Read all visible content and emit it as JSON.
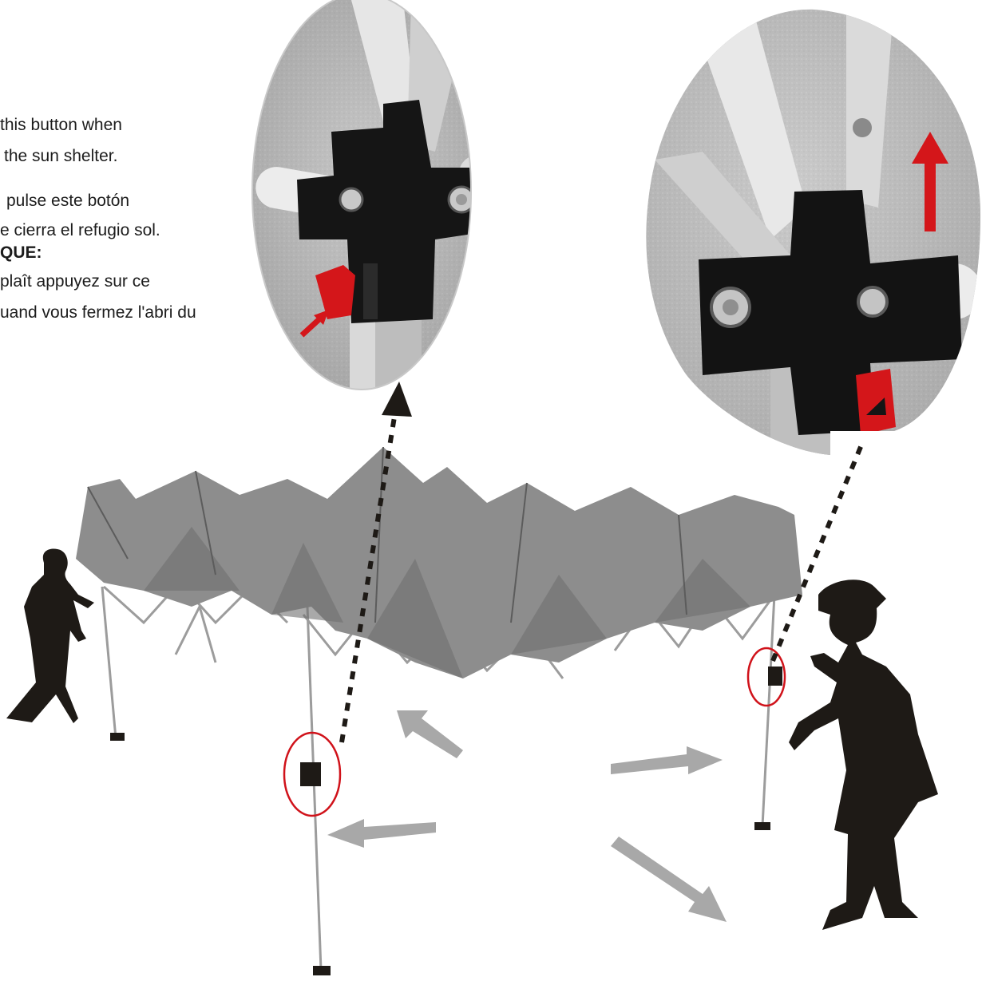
{
  "instructions": {
    "en_line1": "this button when",
    "en_line2": "the sun shelter.",
    "es_line1": "pulse este botón",
    "es_line2": "e cierra el refugio sol.",
    "fr_heading": "QUE:",
    "fr_line1": "plaît appuyez sur ce",
    "fr_line2": "uand vous fermez l'abri du"
  },
  "colors": {
    "canopy": "#8d8d8d",
    "canopy_shadow": "#6f6f6f",
    "frame": "#e4e4e4",
    "silhouette": "#1e1a16",
    "button_red": "#d4161a",
    "highlight_circle": "#d0121a",
    "direction_arrow": "#a8a8a8",
    "pointer_arrow": "#1e1a16"
  },
  "icons": {
    "up_arrow": "red-up-arrow-icon",
    "press_arrow": "red-diagonal-arrow-icon",
    "pointer": "black-dotted-pointer-arrow",
    "direction": "grey-direction-arrow"
  }
}
